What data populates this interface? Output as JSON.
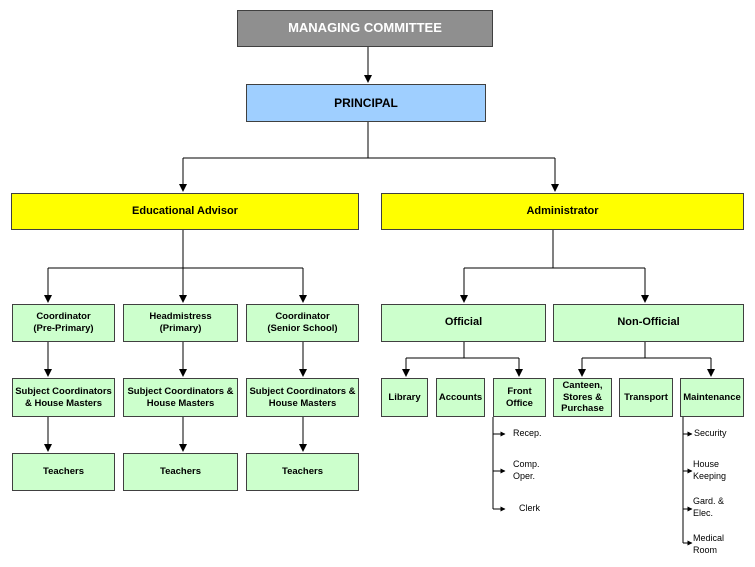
{
  "nodes": {
    "managing_committee": "MANAGING COMMITTEE",
    "principal": "PRINCIPAL",
    "educational_advisor": "Educational Advisor",
    "administrator": "Administrator",
    "coordinator_pre_primary": "Coordinator\n(Pre-Primary)",
    "headmistress_primary": "Headmistress\n(Primary)",
    "coordinator_senior_school": "Coordinator\n(Senior School)",
    "subject_coord_1": "Subject Coordinators\n& House Masters",
    "subject_coord_2": "Subject Coordinators &\nHouse Masters",
    "subject_coord_3": "Subject Coordinators &\nHouse Masters",
    "teachers_1": "Teachers",
    "teachers_2": "Teachers",
    "teachers_3": "Teachers",
    "official": "Official",
    "non_official": "Non-Official",
    "library": "Library",
    "accounts": "Accounts",
    "front_office": "Front\nOffice",
    "canteen": "Canteen,\nStores &\nPurchase",
    "transport": "Transport",
    "maintenance": "Maintenance"
  },
  "front_office_staff": [
    "Recep.",
    "Comp.\nOper.",
    "Clerk"
  ],
  "maintenance_staff": [
    "Security",
    "House\nKeeping",
    "Gard. &\nElec.",
    "Medical\nRoom"
  ],
  "colors": {
    "top": "#8f8f8f",
    "principal": "#9fcfff",
    "level2": "#ffff00",
    "units": "#ccffcc",
    "lines": "#000000"
  }
}
